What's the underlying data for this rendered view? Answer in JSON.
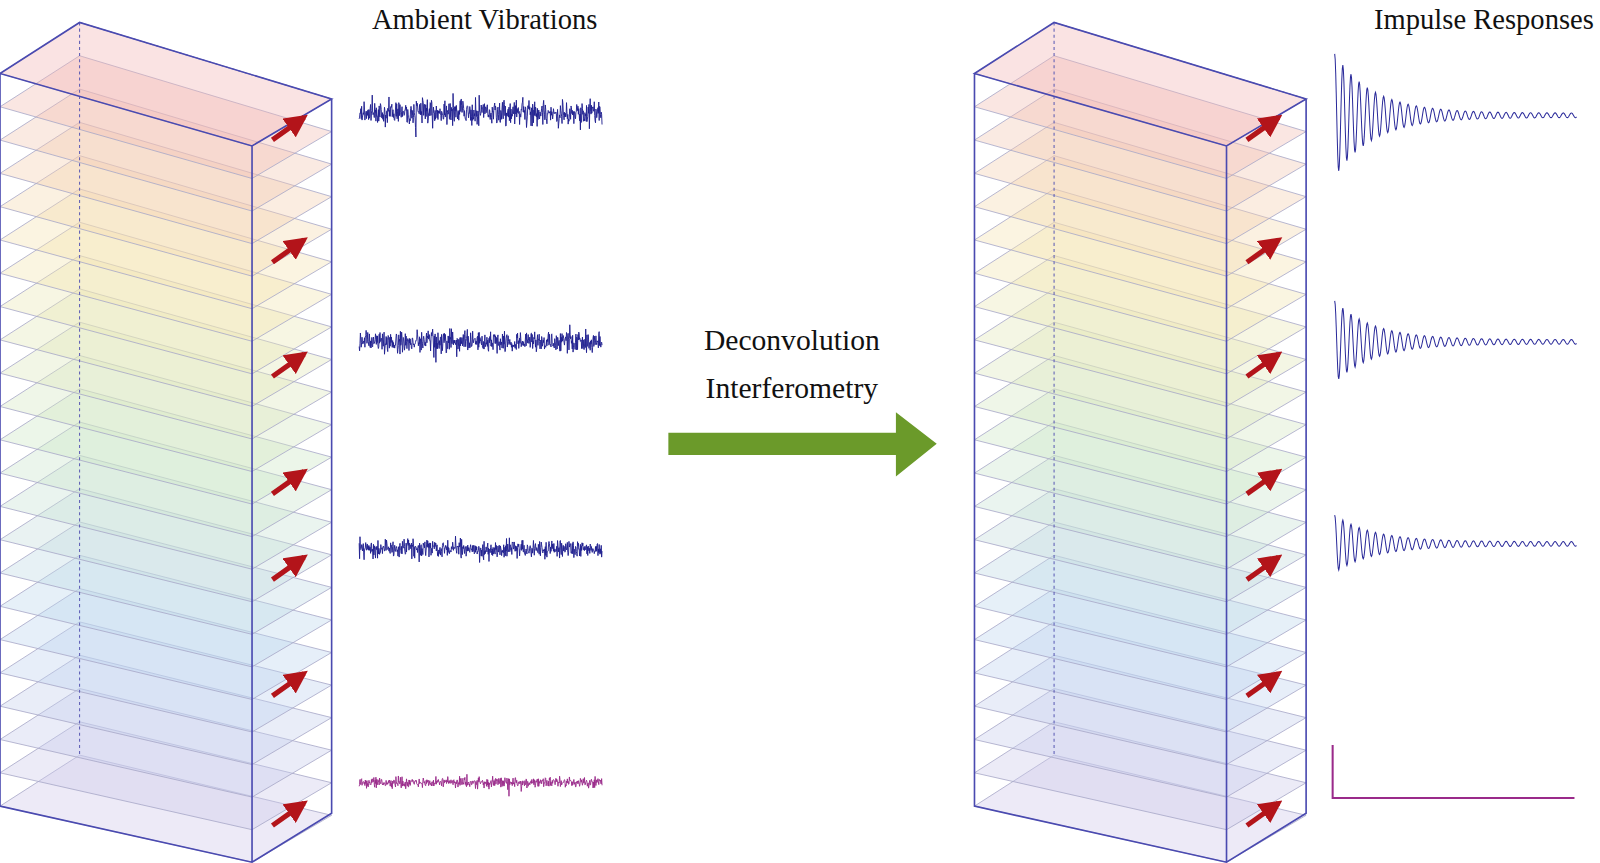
{
  "diagram": {
    "labels": [
      "Ambient Vibrations",
      "Deconvolution Interferometry",
      "Impulse Responses"
    ]
  }
}
